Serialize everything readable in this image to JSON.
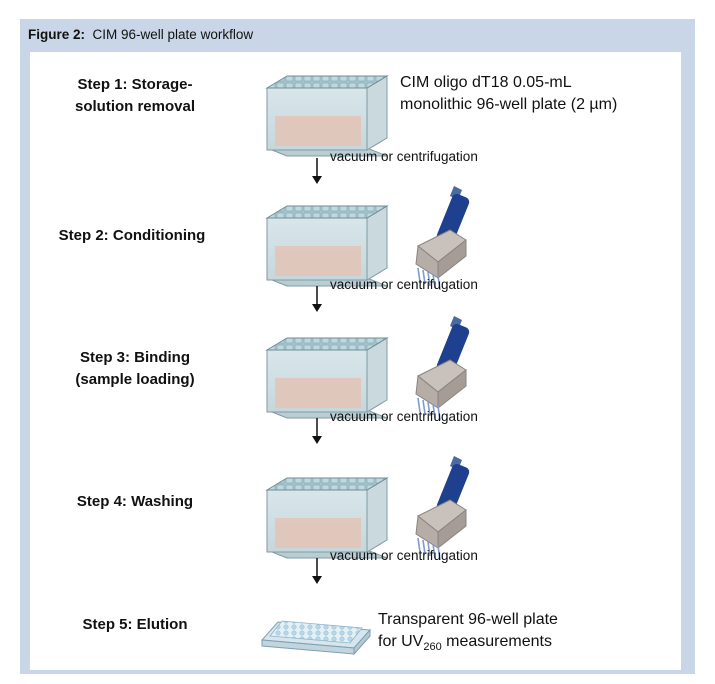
{
  "figure": {
    "label": "Figure 2:",
    "title": "CIM 96-well plate workflow"
  },
  "steps": [
    {
      "label": "Step 1:",
      "text_line1": "Storage-",
      "text_line2": "solution removal"
    },
    {
      "label": "Step 2:",
      "text_line1": "Conditioning"
    },
    {
      "label": "Step 3:",
      "text_line1": "Binding",
      "text_line2": "(sample loading)"
    },
    {
      "label": "Step 4:",
      "text_line1": "Washing"
    },
    {
      "label": "Step 5:",
      "text_line1": "Elution"
    }
  ],
  "transitions": [
    "vacuum or centrifugation",
    "vacuum or centrifugation",
    "vacuum or centrifugation",
    "vacuum or centrifugation"
  ],
  "plate_description": {
    "line1": "CIM oligo dT18 0.05-mL",
    "line2": "monolithic 96-well plate (2 µm)"
  },
  "elution_description": {
    "line1": "Transparent 96-well plate",
    "line2_prefix": "for UV",
    "line2_sub": "260",
    "line2_suffix": " measurements"
  }
}
